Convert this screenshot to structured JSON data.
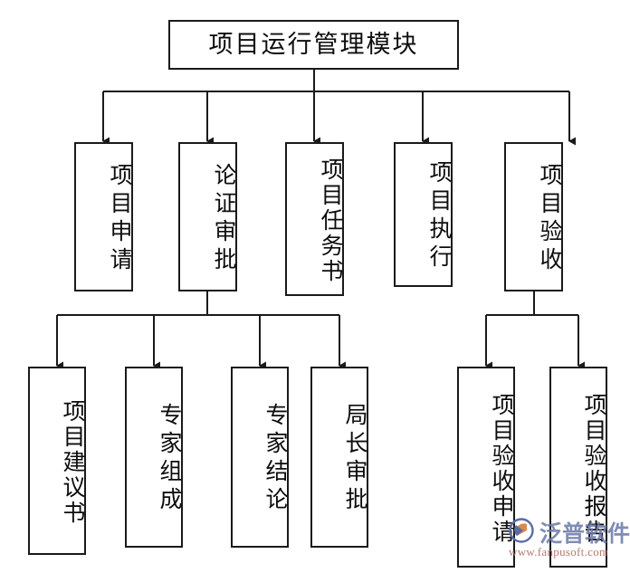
{
  "diagram": {
    "type": "flowchart",
    "title": "项目运行管理模块",
    "root": {
      "label": "项目运行管理模块"
    },
    "level2": [
      {
        "label": "项目申请"
      },
      {
        "label": "论证审批"
      },
      {
        "label": "项目任务书"
      },
      {
        "label": "项目执行"
      },
      {
        "label": "项目验收"
      }
    ],
    "level3_left": [
      {
        "label": "项目建议书"
      },
      {
        "label": "专家组成"
      },
      {
        "label": "专家结论"
      },
      {
        "label": "局长审批"
      }
    ],
    "level3_right": [
      {
        "label": "项目验收申请"
      },
      {
        "label": "项目验收报告"
      }
    ],
    "colors": {
      "line": "#1a1a1a",
      "box_border": "#1a1a1a",
      "box_fill": "#ffffff",
      "text": "#0d0d0d"
    }
  },
  "watermark": {
    "brand": "泛普软件",
    "url": "www.fanpusoft.com",
    "brand_color": "#6b7aa8",
    "url_color": "#b06a5c"
  }
}
